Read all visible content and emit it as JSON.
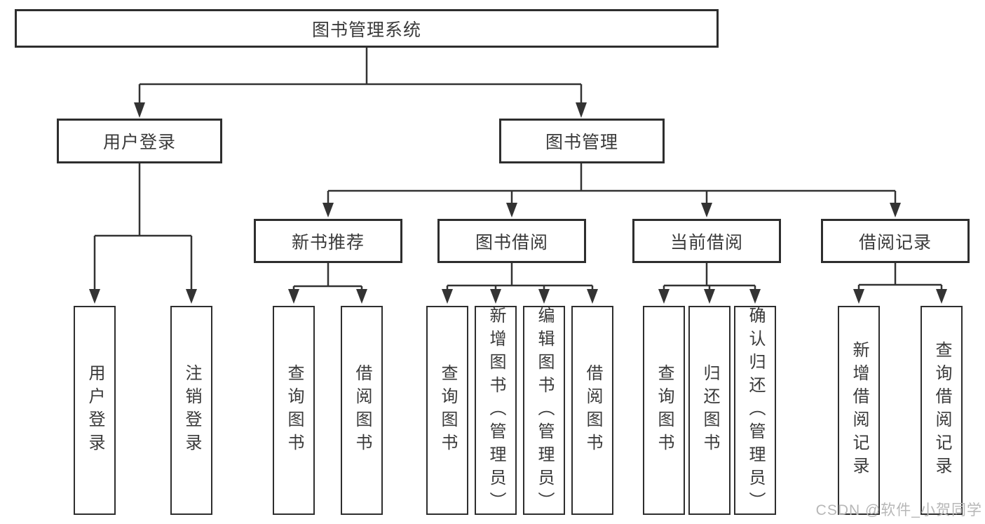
{
  "diagram": {
    "root": "图书管理系统",
    "branches": {
      "user": "用户登录",
      "books": "图书管理"
    },
    "modules": {
      "new_books": "新书推荐",
      "borrowing": "图书借阅",
      "current": "当前借阅",
      "records": "借阅记录"
    },
    "leaves": {
      "user": [
        "用户登录",
        "注销登录"
      ],
      "new_books": [
        "查询图书",
        "借阅图书"
      ],
      "borrowing": [
        "查询图书",
        "新增图书（管理员）",
        "编辑图书（管理员）",
        "借阅图书"
      ],
      "current": [
        "查询图书",
        "归还图书",
        "确认归还（管理员）"
      ],
      "records": [
        "新增借阅记录",
        "查询借阅记录"
      ]
    },
    "colors": {
      "line": "#333333",
      "border": "#2e2e2e",
      "text": "#3a3a3a",
      "watermark": "#b7b7b7"
    }
  },
  "watermark": "CSDN @软件_小贺同学"
}
